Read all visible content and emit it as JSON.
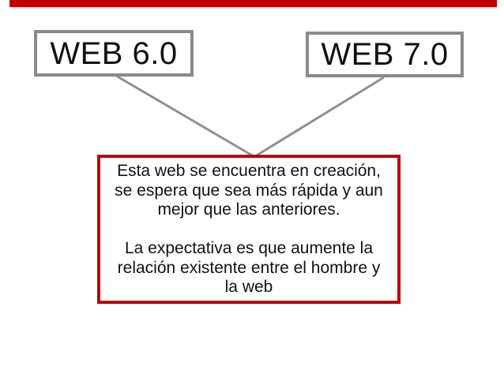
{
  "slide": {
    "top_bar": {
      "color": "#C00000"
    },
    "nodes": {
      "web6": {
        "label": "WEB 6.0"
      },
      "web7": {
        "label": "WEB 7.0"
      }
    },
    "info_box": {
      "text": "Esta web se encuentra en creación,\nse espera que sea más rápida y aun\nmejor que las anteriores.\n\nLa expectativa es que aumente la\nrelación existente entre el hombre y\nla web",
      "border_color": "#C00000"
    },
    "colors": {
      "accent_red": "#C00000",
      "node_border_gray": "#8A8A8A",
      "connector_gray": "#909090",
      "text_black": "#111111",
      "background": "#FFFFFF"
    }
  }
}
